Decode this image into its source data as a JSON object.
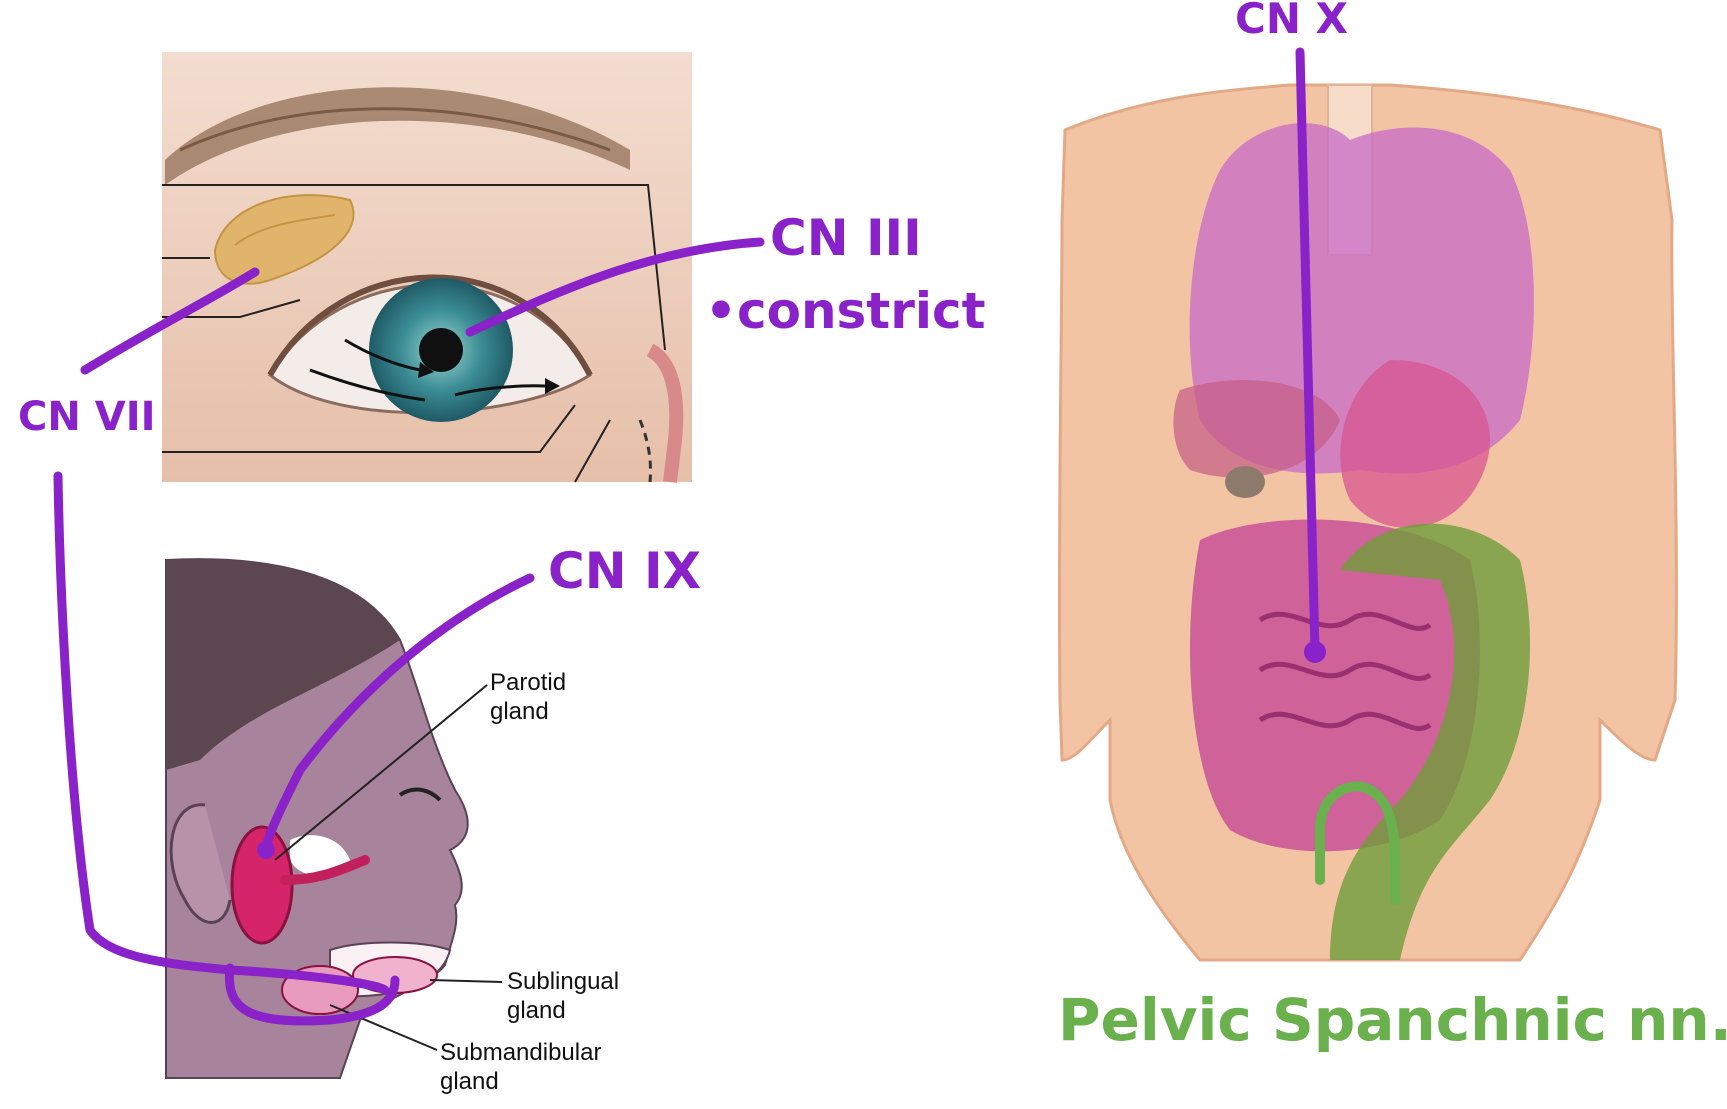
{
  "annotations": {
    "cn_x": "CN X",
    "cn_iii": "CN III",
    "constrict": "•constrict",
    "cn_vii": "CN VII",
    "cn_ix": "CN IX",
    "pelvic": "Pelvic Spanchnic nn."
  },
  "labels": {
    "parotid_1": "Parotid",
    "parotid_2": "gland",
    "sublingual_1": "Sublingual",
    "sublingual_2": "gland",
    "submandibular_1": "Submandibular",
    "submandibular_2": "gland"
  },
  "colors": {
    "ink_purple": "#8a22c9",
    "ink_green": "#6ab04c",
    "skin": "#f2c4a4",
    "head_purple": "#a7849b",
    "gland_pink": "#d6246a",
    "iris_teal": "#3c8e96"
  }
}
